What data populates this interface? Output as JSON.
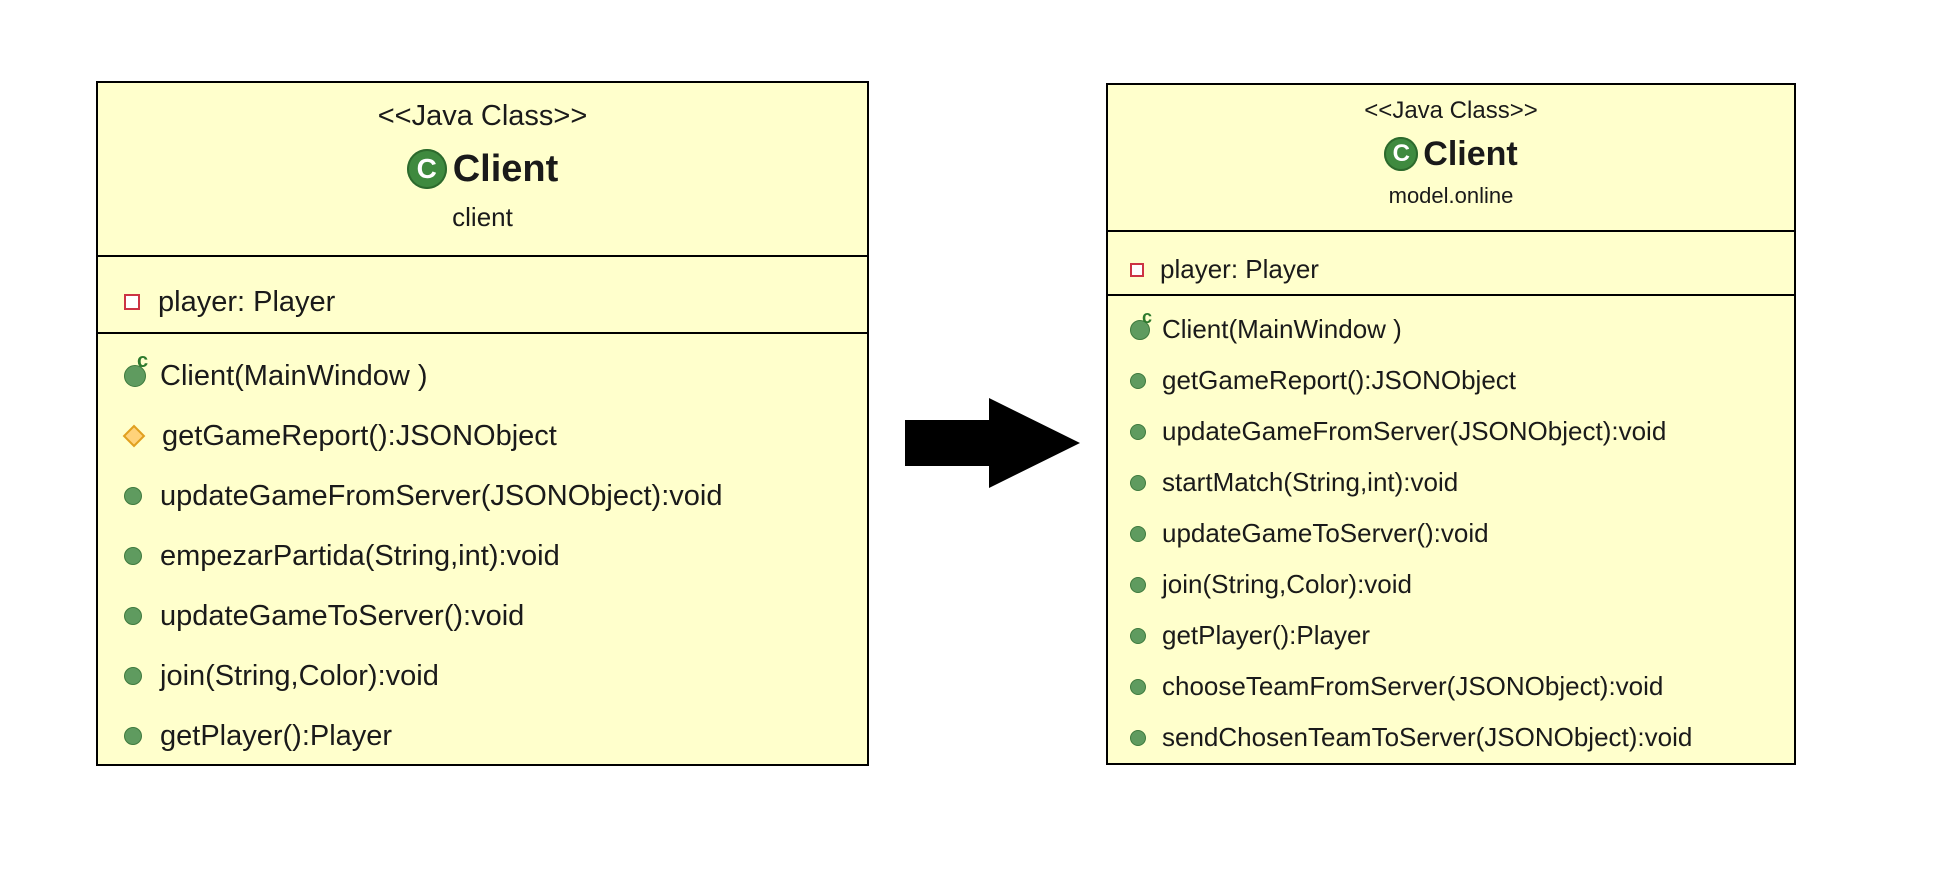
{
  "left_class": {
    "stereotype": "<<Java Class>>",
    "name": "Client",
    "package": "client",
    "icon": "class-c-icon",
    "fields": [
      {
        "visibility": "private",
        "text": "player: Player"
      }
    ],
    "operations": [
      {
        "visibility": "constructor",
        "text": "Client(MainWindow )"
      },
      {
        "visibility": "protected",
        "text": "getGameReport():JSONObject"
      },
      {
        "visibility": "public",
        "text": "updateGameFromServer(JSONObject):void"
      },
      {
        "visibility": "public",
        "text": "empezarPartida(String,int):void"
      },
      {
        "visibility": "public",
        "text": "updateGameToServer():void"
      },
      {
        "visibility": "public",
        "text": "join(String,Color):void"
      },
      {
        "visibility": "public",
        "text": "getPlayer():Player"
      }
    ]
  },
  "right_class": {
    "stereotype": "<<Java Class>>",
    "name": "Client",
    "package": "model.online",
    "icon": "class-c-icon",
    "fields": [
      {
        "visibility": "private",
        "text": "player: Player"
      }
    ],
    "operations": [
      {
        "visibility": "constructor",
        "text": "Client(MainWindow )"
      },
      {
        "visibility": "public",
        "text": "getGameReport():JSONObject"
      },
      {
        "visibility": "public",
        "text": "updateGameFromServer(JSONObject):void"
      },
      {
        "visibility": "public",
        "text": "startMatch(String,int):void"
      },
      {
        "visibility": "public",
        "text": "updateGameToServer():void"
      },
      {
        "visibility": "public",
        "text": "join(String,Color):void"
      },
      {
        "visibility": "public",
        "text": "getPlayer():Player"
      },
      {
        "visibility": "public",
        "text": "chooseTeamFromServer(JSONObject):void"
      },
      {
        "visibility": "public",
        "text": "sendChosenTeamToServer(JSONObject):void"
      }
    ]
  },
  "arrow": {
    "icon": "right-arrow-icon",
    "color": "#000000"
  },
  "colors": {
    "class_fill": "#ffffcc",
    "border": "#000000",
    "public": "#5f9b5f",
    "private": "#cc3344",
    "protected": "#ffd27a",
    "class_icon": "#3f8a3f"
  }
}
